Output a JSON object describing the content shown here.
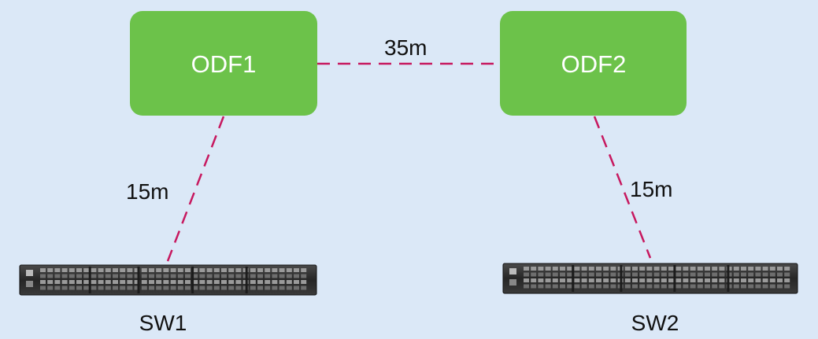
{
  "nodes": {
    "odf1": {
      "label": "ODF1"
    },
    "odf2": {
      "label": "ODF2"
    },
    "sw1": {
      "label": "SW1"
    },
    "sw2": {
      "label": "SW2"
    }
  },
  "links": {
    "odf1_odf2": {
      "distance": "35m"
    },
    "odf1_sw1": {
      "distance": "15m"
    },
    "odf2_sw2": {
      "distance": "15m"
    }
  },
  "colors": {
    "background": "#dbe8f7",
    "odf_fill": "#6cc24a",
    "link_stroke": "#c7185f",
    "switch_body": "#2a2a2a"
  },
  "icons": {
    "switch": "network-switch-icon"
  }
}
